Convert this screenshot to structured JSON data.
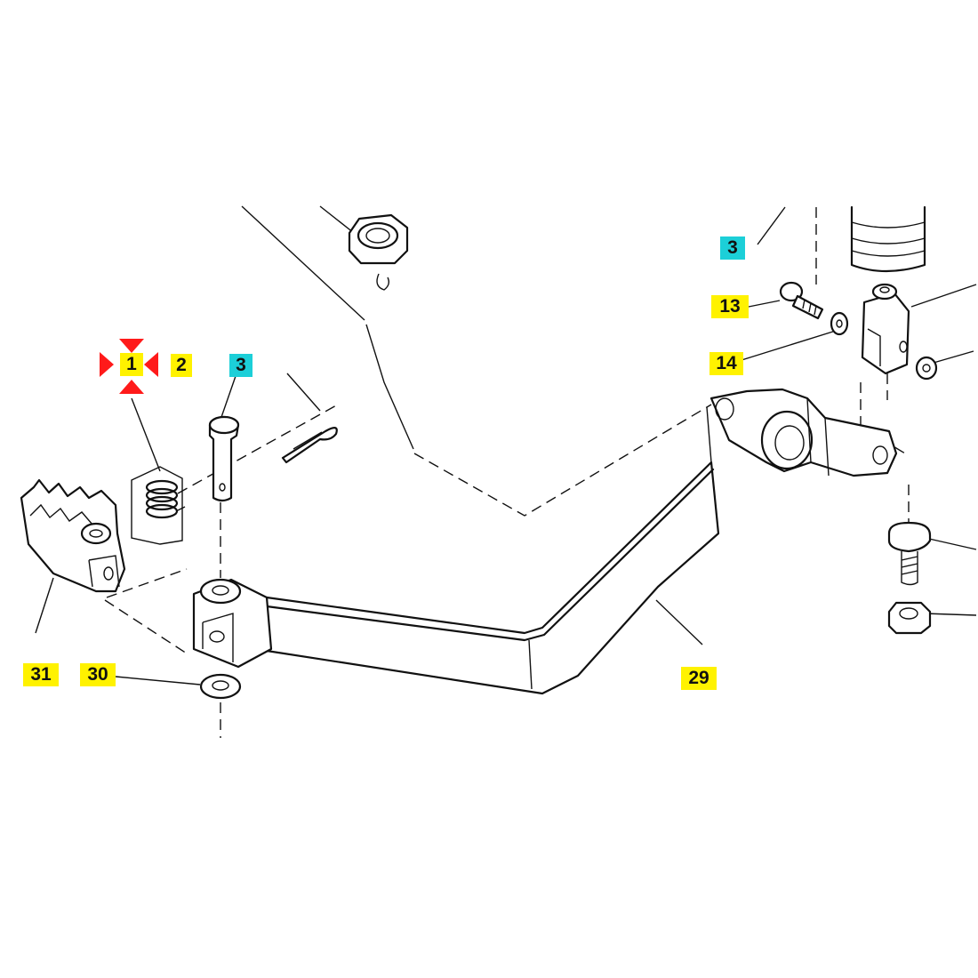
{
  "callouts": {
    "c1": {
      "label": "1",
      "highlight": "#fff200"
    },
    "c2": {
      "label": "2",
      "highlight": "#fff200"
    },
    "c3a": {
      "label": "3",
      "highlight": "#1ccfd8"
    },
    "c3b": {
      "label": "3",
      "highlight": "#1ccfd8"
    },
    "c13": {
      "label": "13",
      "highlight": "#fff200"
    },
    "c14": {
      "label": "14",
      "highlight": "#fff200"
    },
    "c29": {
      "label": "29",
      "highlight": "#fff200"
    },
    "c30": {
      "label": "30",
      "highlight": "#fff200"
    },
    "c31": {
      "label": "31",
      "highlight": "#fff200"
    }
  },
  "selection_marker": {
    "target": "1",
    "color": "#ff1a1a"
  },
  "parts": [
    "spring",
    "clevis-pin",
    "cotter-pin",
    "brake-pedal-arm",
    "washer",
    "foot-peg",
    "clevis-yoke",
    "bolt",
    "nut",
    "adjuster-knob"
  ]
}
